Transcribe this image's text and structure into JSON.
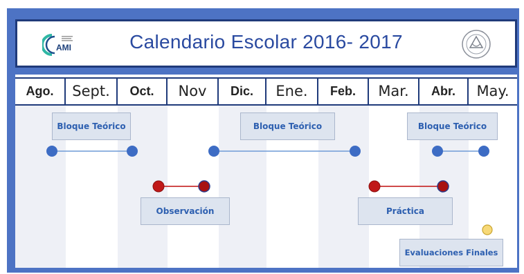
{
  "header": {
    "title": "Calendario Escolar 2016- 2017",
    "left_logo_text": "AMI"
  },
  "months": [
    "Ago.",
    "Sept.",
    "Oct.",
    "Nov",
    "Dic.",
    "Ene.",
    "Feb.",
    "Mar.",
    "Abr.",
    "May."
  ],
  "events": {
    "theory_label": "Bloque Teórico",
    "observation_label": "Observación",
    "practice_label": "Práctica",
    "finals_label": "Evaluaciones  Finales"
  },
  "colors": {
    "frame": "#4d73c4",
    "border": "#1f3a7a",
    "theory_dot": "#3d6cc4",
    "theory_line": "#6f9ad6",
    "practice_dot": "#c01818",
    "practice_line": "#c83030",
    "finals_dot": "#f7d978",
    "label_text": "#2d5fb0"
  }
}
